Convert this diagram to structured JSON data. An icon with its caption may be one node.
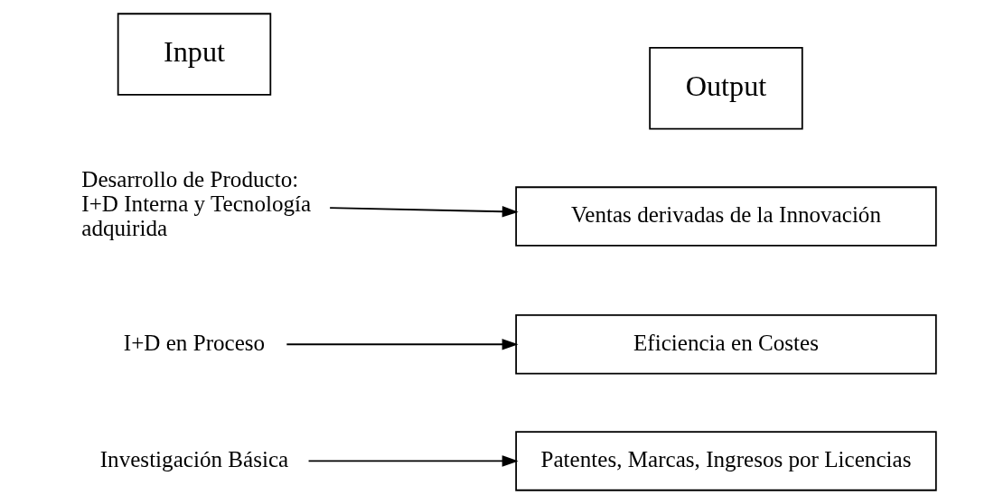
{
  "diagram": {
    "nodes": [
      {
        "text": [
          "Input"
        ]
      },
      {
        "text": [
          "Output"
        ]
      },
      {
        "text": [
          "Desarrollo de Producto: I+D Interna y Tecnología adquirida"
        ]
      },
      {
        "text": [
          "Ventas derivadas de la Innovación"
        ]
      },
      {
        "text": [
          "I+D en Proceso"
        ]
      },
      {
        "text": [
          "Eficiencia en Costes"
        ]
      },
      {
        "text": [
          "Investigación Básica"
        ]
      },
      {
        "text": [
          "Patentes, Marcas, Ingresos por Licencias"
        ]
      }
    ],
    "edges": [
      {
        "from": 2,
        "to": 3,
        "arrow": "to"
      },
      {
        "from": 4,
        "to": 5,
        "arrow": "to"
      },
      {
        "from": 6,
        "to": 7,
        "arrow": "to"
      }
    ]
  }
}
